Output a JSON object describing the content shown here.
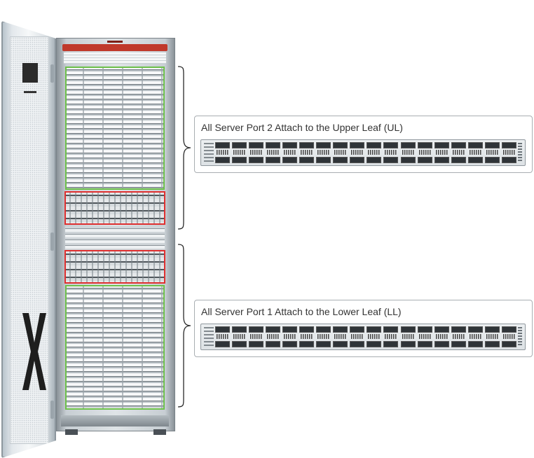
{
  "leaf_callouts": [
    {
      "id": "upper",
      "label": "All Server Port 2 Attach to the Upper Leaf (UL)"
    },
    {
      "id": "lower",
      "label": "All Server Port 1 Attach to the Lower Leaf (LL)"
    }
  ],
  "colors": {
    "database_server_highlight": "#6cc04a",
    "storage_server_highlight": "#e03030",
    "rack_top_bar": "#c0392b",
    "callout_border": "#a9aeb2",
    "label_text": "#333333"
  },
  "switch": {
    "port_pairs_per_switch": 18
  },
  "icons": [
    "open-rack-door",
    "rack-cabinet",
    "curly-brace",
    "leaf-switch-front-panel"
  ]
}
